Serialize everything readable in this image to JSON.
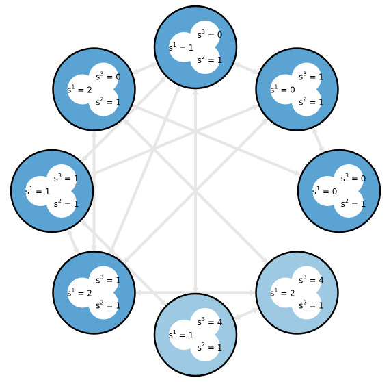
{
  "colors": {
    "edge": "#e6e6e6",
    "node_dark": "#5ba3d3",
    "node_light": "#9dc9e3",
    "border": "#000000",
    "lobe": "#ffffff"
  },
  "nodes": [
    {
      "id": "top",
      "fill": "node_dark",
      "s1": "1",
      "s2": "1",
      "s3": "0"
    },
    {
      "id": "upper-right",
      "fill": "node_dark",
      "s1": "0",
      "s2": "1",
      "s3": "1"
    },
    {
      "id": "right",
      "fill": "node_dark",
      "s1": "0",
      "s2": "1",
      "s3": "0"
    },
    {
      "id": "lower-right",
      "fill": "node_light",
      "s1": "2",
      "s2": "1",
      "s3": "4"
    },
    {
      "id": "bottom",
      "fill": "node_light",
      "s1": "1",
      "s2": "1",
      "s3": "4"
    },
    {
      "id": "lower-left",
      "fill": "node_dark",
      "s1": "2",
      "s2": "1",
      "s3": "1"
    },
    {
      "id": "left",
      "fill": "node_dark",
      "s1": "1",
      "s2": "1",
      "s3": "1"
    },
    {
      "id": "upper-left",
      "fill": "node_dark",
      "s1": "2",
      "s2": "1",
      "s3": "0"
    }
  ],
  "edges": [
    [
      "top",
      "upper-left"
    ],
    [
      "top",
      "upper-right"
    ],
    [
      "top",
      "bottom"
    ],
    [
      "top",
      "left"
    ],
    [
      "top",
      "lower-left"
    ],
    [
      "upper-right",
      "right"
    ],
    [
      "upper-right",
      "left"
    ],
    [
      "upper-right",
      "lower-left"
    ],
    [
      "upper-left",
      "right"
    ],
    [
      "upper-left",
      "lower-left"
    ],
    [
      "upper-left",
      "lower-right"
    ],
    [
      "left",
      "lower-left"
    ],
    [
      "left",
      "bottom"
    ],
    [
      "lower-left",
      "lower-right"
    ],
    [
      "lower-right",
      "bottom"
    ]
  ]
}
